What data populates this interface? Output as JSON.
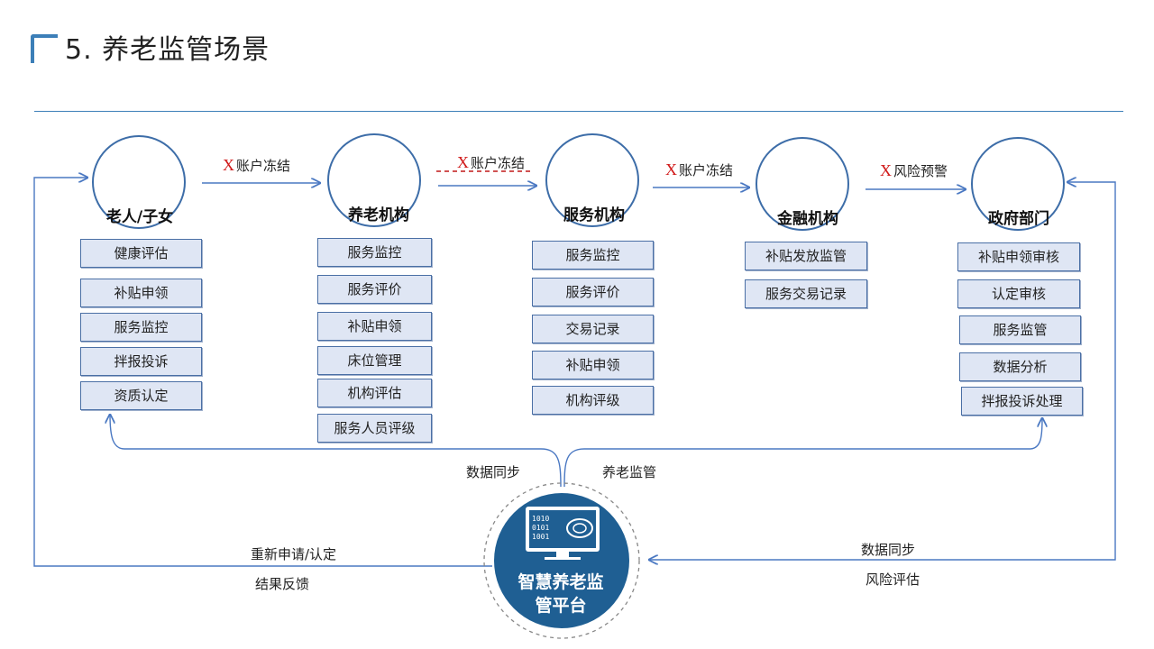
{
  "page": {
    "title": "5.  养老监管场景"
  },
  "entities": {
    "elder": {
      "name": "老人/子女",
      "services": [
        "健康评估",
        "补贴申领",
        "服务监控",
        "拌报投诉",
        "资质认定"
      ]
    },
    "institution": {
      "name": "养老机构",
      "services": [
        "服务监控",
        "服务评价",
        "补贴申领",
        "床位管理",
        "机构评估",
        "服务人员评级"
      ]
    },
    "provider": {
      "name": "服务机构",
      "services": [
        "服务监控",
        "服务评价",
        "交易记录",
        "补贴申领",
        "机构评级"
      ]
    },
    "finance": {
      "name": "金融机构",
      "services": [
        "补贴发放监管",
        "服务交易记录"
      ]
    },
    "government": {
      "name": "政府部门",
      "services": [
        "补贴申领审核",
        "认定审核",
        "服务监管",
        "数据分析",
        "拌报投诉处理"
      ]
    }
  },
  "flows": {
    "f1": {
      "mark": "X",
      "text": "账户冻结"
    },
    "f2": {
      "mark": "X",
      "text": "账户冻结"
    },
    "f3": {
      "mark": "X",
      "text": "账户冻结"
    },
    "f4": {
      "mark": "X",
      "text": "风险预警"
    }
  },
  "platform": {
    "name_line1": "智慧养老监",
    "name_line2": "管平台",
    "sync_left": "数据同步",
    "supervision": "养老监管",
    "reapply": "重新申请/认定",
    "feedback": "结果反馈",
    "sync_right": "数据同步",
    "risk": "风险评估"
  },
  "colors": {
    "accent": "#3c7fb8",
    "arrow": "#4a78c2",
    "box_fill": "#dfe6f4",
    "box_border": "#4a6fa5",
    "platform_fill": "#1f5f93",
    "warning": "#d01818"
  }
}
